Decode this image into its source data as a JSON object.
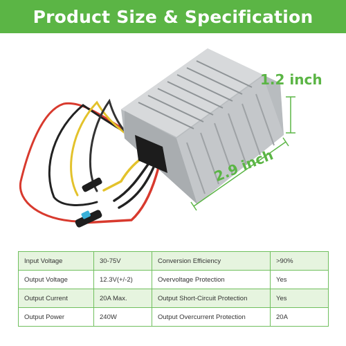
{
  "header": {
    "title": "Product Size & Specification"
  },
  "dimensions": {
    "height": "1.2 inch",
    "length": "2.9 inch"
  },
  "colors": {
    "brand_green": "#5bb545",
    "row_tint": "#e6f4df",
    "housing": "#c9ccce"
  },
  "specs": [
    {
      "label": "Input Voltage",
      "value": "30-75V",
      "label2": "Conversion Efficiency",
      "value2": ">90%"
    },
    {
      "label": "Output Voltage",
      "value": "12.3V(+/-2)",
      "label2": "Overvoltage Protection",
      "value2": "Yes"
    },
    {
      "label": "Output Current",
      "value": "20A Max.",
      "label2": "Output Short-Circuit Protection",
      "value2": "Yes"
    },
    {
      "label": "Output Power",
      "value": "240W",
      "label2": "Output Overcurrent Protection",
      "value2": "20A"
    }
  ]
}
